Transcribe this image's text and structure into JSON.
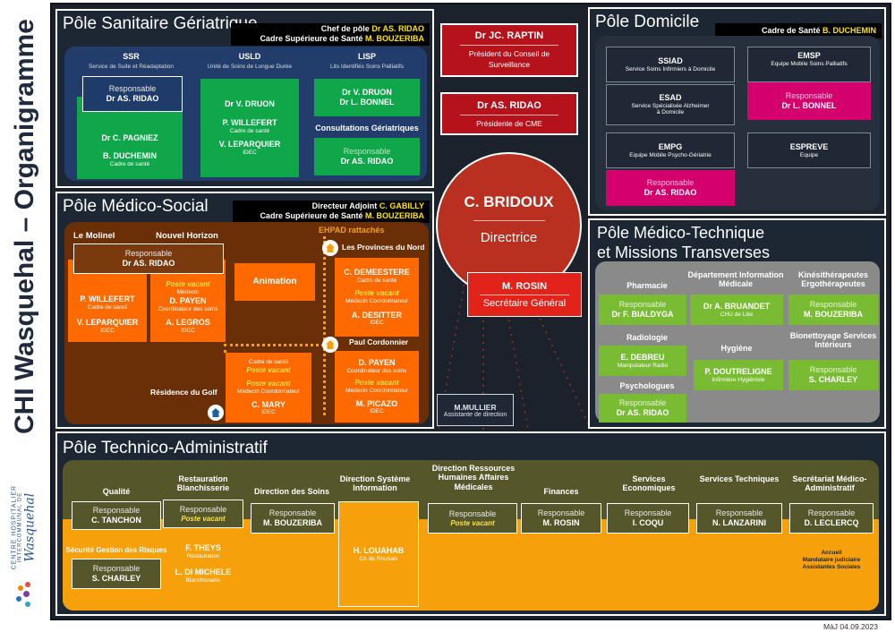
{
  "side_title": "CHI Wasquehal – Organigramme",
  "logo": {
    "line1": "CENTRE HOSPITALIER",
    "line2": "INTERCOMMUNAL DE",
    "line3": "Wasquehal"
  },
  "update": "MàJ 04.09.2023",
  "common": {
    "resp": "Responsable",
    "vacant": "Poste vacant"
  },
  "geriatrique": {
    "title": "Pôle Sanitaire Gériatrique",
    "hdr1_label": "Chef de pôle",
    "hdr1_name": "Dr AS. RIDAO",
    "hdr2_label": "Cadre Supérieure de Santé",
    "hdr2_name": "M. BOUZERIBA",
    "ssr_title": "SSR",
    "ssr_sub": "Service de Suite et Réadaptation",
    "ssr_resp": "Dr AS. RIDAO",
    "ssr_name1": "Dr C. PAGNIEZ",
    "ssr_name2": "B. DUCHEMIN",
    "ssr_name2_role": "Cadre de santé",
    "usld_title": "USLD",
    "usld_sub": "Unité de Soins de Longue Durée",
    "usld_name1": "Dr V. DRUON",
    "usld_name2": "P. WILLEFERT",
    "usld_name2_role": "Cadre de santé",
    "usld_name3": "V. LEPARQUIER",
    "usld_name3_role": "IDEC",
    "lisp_title": "LISP",
    "lisp_sub": "Lits Identifiés Soins Palliatifs",
    "lisp_name1": "Dr V. DRUON",
    "lisp_name2": "Dr L. BONNEL",
    "consult_title": "Consultations Gériatriques",
    "consult_resp": "Dr AS. RIDAO"
  },
  "direction": {
    "raptin_name": "Dr JC. RAPTIN",
    "raptin_role": "Président du Conseil de Surveillance",
    "ridao_name": "Dr AS. RIDAO",
    "ridao_role": "Présidente de CME",
    "director_name": "C. BRIDOUX",
    "director_role": "Directrice",
    "sg_name": "M. ROSIN",
    "sg_role": "Secrétaire Général",
    "assist_name": "M.MULLIER",
    "assist_role": "Assistante de direction"
  },
  "domicile": {
    "title": "Pôle Domicile",
    "hdr_label": "Cadre de Santé",
    "hdr_name": "B. DUCHEMIN",
    "ssiad_title": "SSIAD",
    "ssiad_sub": "Service Soins Infirmiers à Domicile",
    "emsp_title": "EMSP",
    "emsp_sub": "Equipe Mobile Soins Palliatifs",
    "emsp_resp": "Dr L. BONNEL",
    "esad_title": "ESAD",
    "esad_sub": "Service Spécialisée Alzheimer à Domicile",
    "empg_title": "EMPG",
    "empg_sub": "Equipe Mobile Psycho-Gériatrie",
    "empg_resp": "Dr AS. RIDAO",
    "espreve_title": "ESPREVE",
    "espreve_sub": "Equipe"
  },
  "medsocial": {
    "title": "Pôle Médico-Social",
    "hdr1_label": "Directeur Adjoint",
    "hdr1_name": "C. GABILLY",
    "hdr2_label": "Cadre Supérieure de Santé",
    "hdr2_name": "M. BOUZERIBA",
    "ehpad": "EHPAD rattachés",
    "molinel": "Le Molinel",
    "nouvel": "Nouvel Horizon",
    "resp_name": "Dr AS. RIDAO",
    "mol_name1": "P. WILLEFERT",
    "mol_name1_role": "Cadre de santé",
    "mol_name2": "V. LEPARQUIER",
    "mol_name2_role": "IDEC",
    "nh_role1": "Médecin",
    "nh_name2": "D. PAYEN",
    "nh_name2_role": "Coordinateur des soins",
    "nh_name3": "A. LEGROS",
    "nh_name3_role": "IDEC",
    "animation": "Animation",
    "provinces": "Les Provinces du Nord",
    "prov_name1": "C. DEMEESTERE",
    "prov_name1_role": "Cadre de santé",
    "prov_role2": "Médecin Coordonnateur",
    "prov_name3": "A. DESITTER",
    "prov_name3_role": "IDEC",
    "cordonnier": "Paul Cordonnier",
    "pc_name1": "D. PAYEN",
    "pc_name1_role": "Coordinateur des soins",
    "pc_role2": "Médecin Coordonnateur",
    "pc_name3": "M. PICAZO",
    "pc_name3_role": "IDEC",
    "golf": "Résidence du Golf",
    "golf_role1": "Cadre de santé",
    "golf_role2": "Médecin Coordonnateur",
    "golf_name": "C. MARY",
    "golf_name_role": "IDEC"
  },
  "medtech": {
    "title1": "Pôle Médico-Technique",
    "title2": "et Missions Transverses",
    "pharma": "Pharmacie",
    "pharma_resp": "Dr F. BIALDYGA",
    "dim": "Département Information Médicale",
    "dim_name": "Dr A. BRUANDET",
    "dim_role": "CHU de Lille",
    "kine": "Kinésithérapeutes Ergothérapeutes",
    "kine_resp": "M. BOUZERIBA",
    "radio": "Radiologie",
    "radio_name": "E. DEBREU",
    "radio_role": "Manipulateur Radio",
    "hyg": "Hygiène",
    "hyg_name": "P. DOUTRELIGNE",
    "hyg_role": "Infirmière Hygiéniste",
    "bio": "Bionettoyage Services Intérieurs",
    "bio_resp": "S. CHARLEY",
    "psy": "Psychologues",
    "psy_resp": "Dr AS. RIDAO"
  },
  "technico": {
    "title": "Pôle Technico-Administratif",
    "qualite": "Qualité",
    "qualite_resp": "C. TANCHON",
    "sgr": "Sécurité Gestion des Risques",
    "sgr_resp": "S. CHARLEY",
    "resto": "Restauration Blanchisserie",
    "resto_name1": "F. THEYS",
    "resto_name1_role": "Restauration",
    "resto_name2": "L. DI MICHELE",
    "resto_name2_role": "Blanchisserie",
    "soins": "Direction des Soins",
    "soins_resp": "M. BOUZERIBA",
    "dsi": "Direction Système Information",
    "dsi_name": "H. LOUAHAB",
    "dsi_role": "Ch de Roubaix",
    "drh": "Direction Ressources Humaines Affaires Médicales",
    "fin": "Finances",
    "fin_resp": "M. ROSIN",
    "eco": "Services Economiques",
    "eco_resp": "I. COQU",
    "tech": "Services Techniques",
    "tech_resp": "N. LANZARINI",
    "secr": "Secrétariat Médico-Administratif",
    "secr_resp": "D. LECLERCQ",
    "secr_extra1": "Accueil",
    "secr_extra2": "Mandataire judiciaire",
    "secr_extra3": "Assistantes Sociales"
  }
}
